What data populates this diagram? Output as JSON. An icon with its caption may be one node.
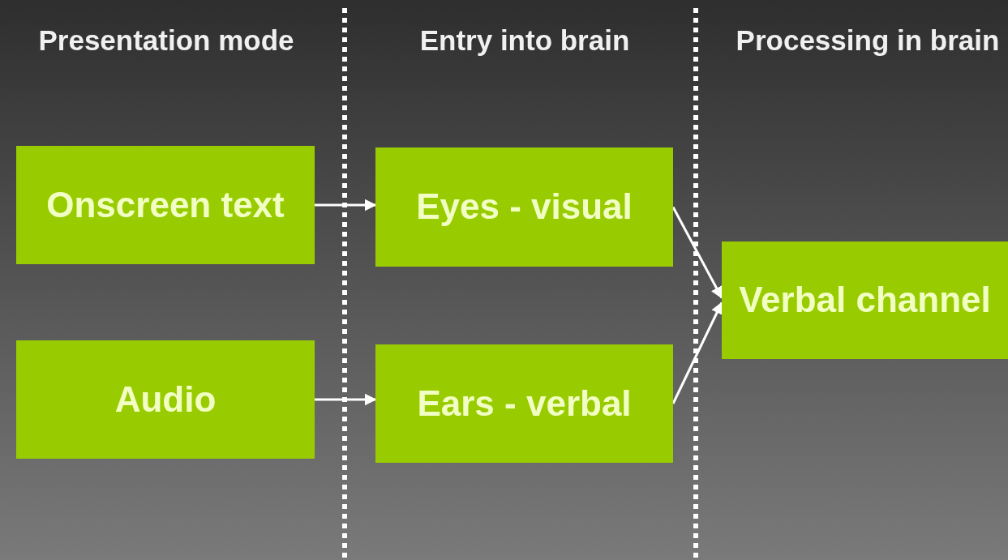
{
  "diagram": {
    "nodes": [
      {
        "text": [
          "Onscreen text"
        ]
      },
      {
        "text": [
          "Audio"
        ]
      },
      {
        "text": [
          "Eyes - visual"
        ]
      },
      {
        "text": [
          "Ears - verbal"
        ]
      },
      {
        "text": [
          "Verbal channel"
        ]
      }
    ],
    "edges": [
      {
        "from": 0,
        "to": 2,
        "arrow": "to"
      },
      {
        "from": 1,
        "to": 3,
        "arrow": "to"
      },
      {
        "from": 2,
        "to": 4,
        "arrow": "to"
      },
      {
        "from": 3,
        "to": 4,
        "arrow": "to"
      }
    ],
    "labels": [
      "Presentation mode",
      "Entry into brain",
      "Processing in brain"
    ]
  }
}
